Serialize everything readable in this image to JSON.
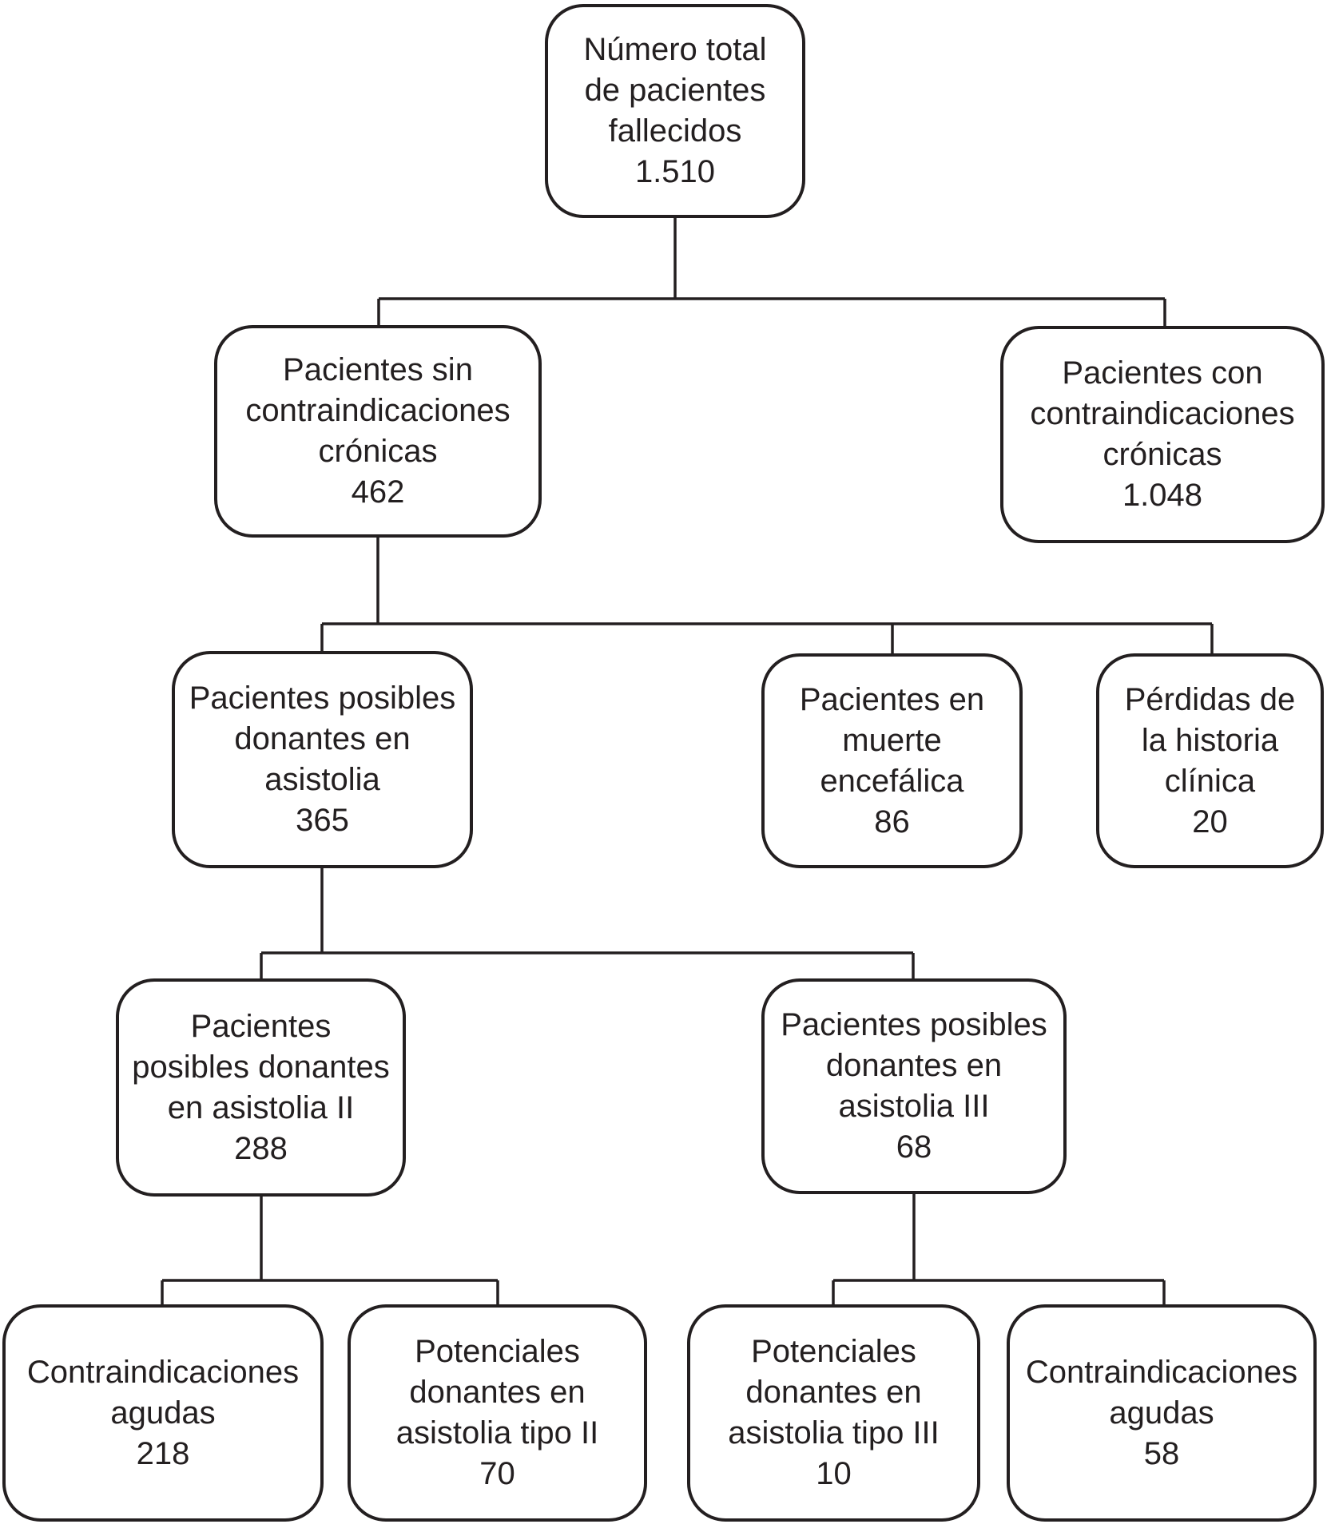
{
  "figure": {
    "type": "flowchart",
    "language": "es",
    "description": "Diagrama de flujo de pacientes fallecidos y donantes en asistolia"
  },
  "colors": {
    "background": "#ffffff",
    "box_border": "#231f20",
    "text": "#231f20",
    "connector_line": "#231f20"
  },
  "nodes": [
    {
      "id": "total-fallecidos",
      "label": "Número total\nde pacientes\nfallecidos",
      "value": "1.510"
    },
    {
      "id": "sin-contraindicaciones",
      "label": "Pacientes sin\ncontraindicaciones\ncrónicas",
      "value": "462"
    },
    {
      "id": "con-contraindicaciones",
      "label": "Pacientes con\ncontraindicaciones\ncrónicas",
      "value": "1.048"
    },
    {
      "id": "posibles-asistolia",
      "label": "Pacientes posibles\ndonantes en\nasistolia",
      "value": "365"
    },
    {
      "id": "muerte-encefalica",
      "label": "Pacientes en\nmuerte\nencefálica",
      "value": "86"
    },
    {
      "id": "perdidas-historia",
      "label": "Pérdidas de\nla historia\nclínica",
      "value": "20"
    },
    {
      "id": "posibles-asistolia-ii",
      "label": "Pacientes\nposibles donantes\nen asistolia II",
      "value": "288"
    },
    {
      "id": "posibles-asistolia-iii",
      "label": "Pacientes posibles\ndonantes en\nasistolia III",
      "value": "68"
    },
    {
      "id": "contraindicaciones-agudas-ii",
      "label": "Contraindicaciones\nagudas",
      "value": "218"
    },
    {
      "id": "potenciales-tipo-ii",
      "label": "Potenciales\ndonantes en\nasistolia tipo II",
      "value": "70"
    },
    {
      "id": "potenciales-tipo-iii",
      "label": "Potenciales\ndonantes en\nasistolia tipo III",
      "value": "10"
    },
    {
      "id": "contraindicaciones-agudas-iii",
      "label": "Contraindicaciones\nagudas",
      "value": "58"
    }
  ],
  "edges": [
    {
      "from": "total-fallecidos",
      "to": "sin-contraindicaciones"
    },
    {
      "from": "total-fallecidos",
      "to": "con-contraindicaciones"
    },
    {
      "from": "sin-contraindicaciones",
      "to": "posibles-asistolia"
    },
    {
      "from": "sin-contraindicaciones",
      "to": "muerte-encefalica"
    },
    {
      "from": "sin-contraindicaciones",
      "to": "perdidas-historia"
    },
    {
      "from": "posibles-asistolia",
      "to": "posibles-asistolia-ii"
    },
    {
      "from": "posibles-asistolia",
      "to": "posibles-asistolia-iii"
    },
    {
      "from": "posibles-asistolia-ii",
      "to": "contraindicaciones-agudas-ii"
    },
    {
      "from": "posibles-asistolia-ii",
      "to": "potenciales-tipo-ii"
    },
    {
      "from": "posibles-asistolia-iii",
      "to": "potenciales-tipo-iii"
    },
    {
      "from": "posibles-asistolia-iii",
      "to": "contraindicaciones-agudas-iii"
    }
  ]
}
